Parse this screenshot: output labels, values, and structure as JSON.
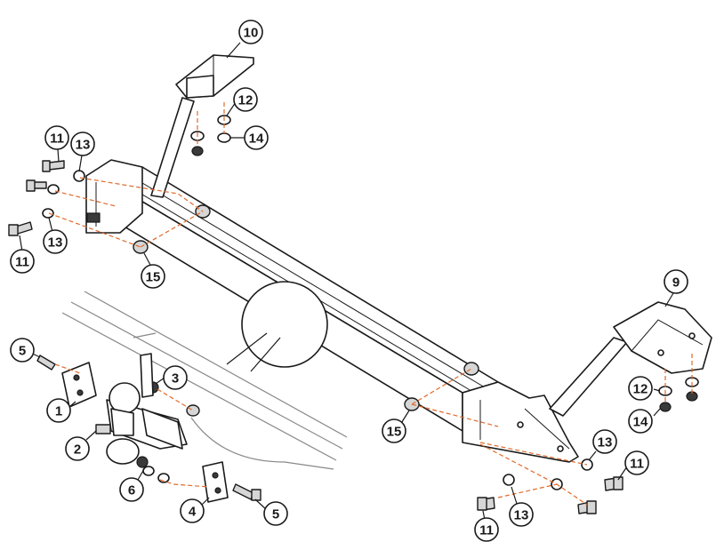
{
  "callouts": [
    {
      "label": "10"
    },
    {
      "label": "12"
    },
    {
      "label": "14"
    },
    {
      "label": "11"
    },
    {
      "label": "13"
    },
    {
      "label": "13"
    },
    {
      "label": "11"
    },
    {
      "label": "15"
    },
    {
      "label": "9"
    },
    {
      "label": "12"
    },
    {
      "label": "14"
    },
    {
      "label": "5"
    },
    {
      "label": "3"
    },
    {
      "label": "1"
    },
    {
      "label": "2"
    },
    {
      "label": "6"
    },
    {
      "label": "4"
    },
    {
      "label": "5"
    },
    {
      "label": "15"
    },
    {
      "label": "13"
    },
    {
      "label": "11"
    },
    {
      "label": "13"
    },
    {
      "label": "11"
    }
  ]
}
